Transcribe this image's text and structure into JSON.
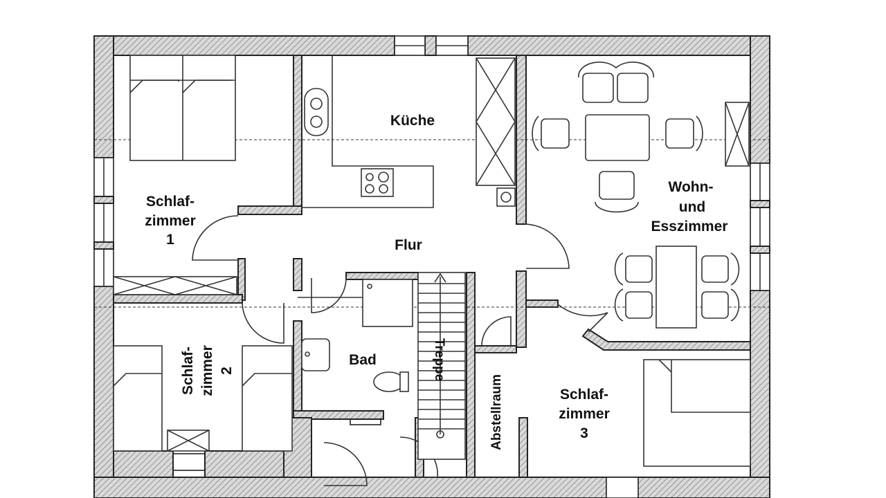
{
  "rooms": {
    "kueche": "Küche",
    "flur": "Flur",
    "wohnen_line1": "Wohn-",
    "wohnen_line2": "und",
    "wohnen_line3": "Esszimmer",
    "schlaf1_line1": "Schlaf-",
    "schlaf1_line2": "zimmer",
    "schlaf1_line3": "1",
    "schlaf2_line1": "Schlaf-",
    "schlaf2_line2": "zimmer",
    "schlaf2_line3": "2",
    "bad": "Bad",
    "treppe": "Treppe",
    "abstellraum": "Abstellraum",
    "schlaf3_line1": "Schlaf-",
    "schlaf3_line2": "zimmer",
    "schlaf3_line3": "3"
  },
  "colors": {
    "wall_fill": "#d8d8d8",
    "line": "#222222",
    "background": "#ffffff"
  }
}
